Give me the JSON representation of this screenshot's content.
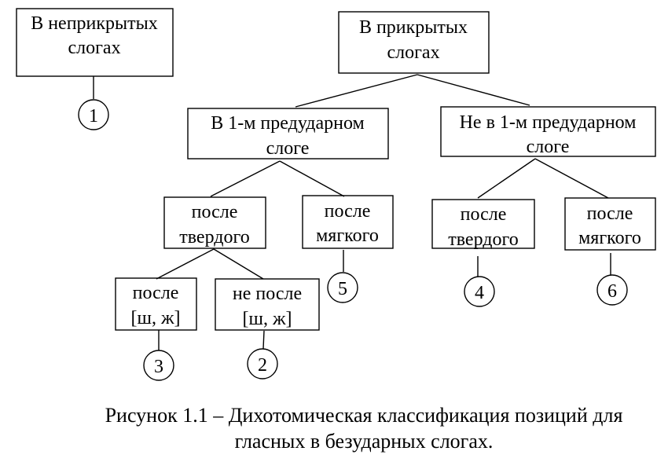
{
  "nodes": {
    "unstressed_open": {
      "line1": "В неприкрытых",
      "line2": "слогах"
    },
    "covered": {
      "line1": "В прикрытых",
      "line2": "слогах"
    },
    "first_pretonic": {
      "line1": "В 1-м предударном",
      "line2": "слоге"
    },
    "not_first_pretonic": {
      "line1": "Не в 1-м предударном",
      "line2": "слоге"
    },
    "after_hard_left": {
      "line1": "после",
      "line2": "твердого"
    },
    "after_soft_left": {
      "line1": "после",
      "line2": "мягкого"
    },
    "after_hard_right": {
      "line1": "после",
      "line2": "твердого"
    },
    "after_soft_right": {
      "line1": "после",
      "line2": "мягкого"
    },
    "after_sh_zh": {
      "line1": "после",
      "line2": "[ш, ж]"
    },
    "not_after_sh_zh": {
      "line1": "не после",
      "line2": "[ш, ж]"
    }
  },
  "circles": {
    "c1": "1",
    "c2": "2",
    "c3": "3",
    "c4": "4",
    "c5": "5",
    "c6": "6"
  },
  "caption": {
    "line1": "Рисунок 1.1 – Дихотомическая классификация позиций для",
    "line2": "гласных в безударных слогах."
  }
}
